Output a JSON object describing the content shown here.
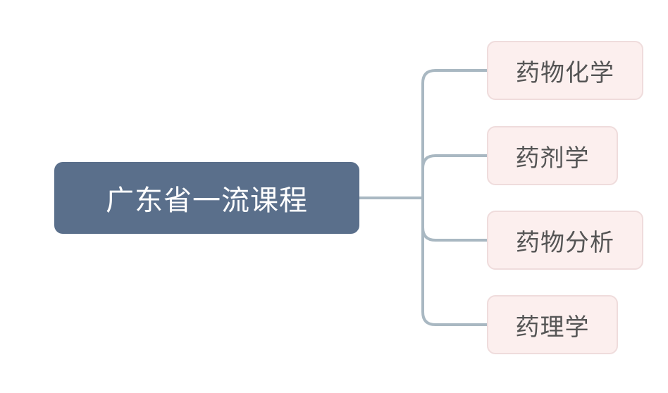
{
  "root": {
    "label": "广东省一流课程"
  },
  "children": [
    {
      "label": "药物化学"
    },
    {
      "label": "药剂学"
    },
    {
      "label": "药物分析"
    },
    {
      "label": "药理学"
    }
  ],
  "colors": {
    "root_fill": "#5a6f8b",
    "child_fill": "#fcefee",
    "child_border": "#efdcdc",
    "connector": "#a9b8c2"
  }
}
